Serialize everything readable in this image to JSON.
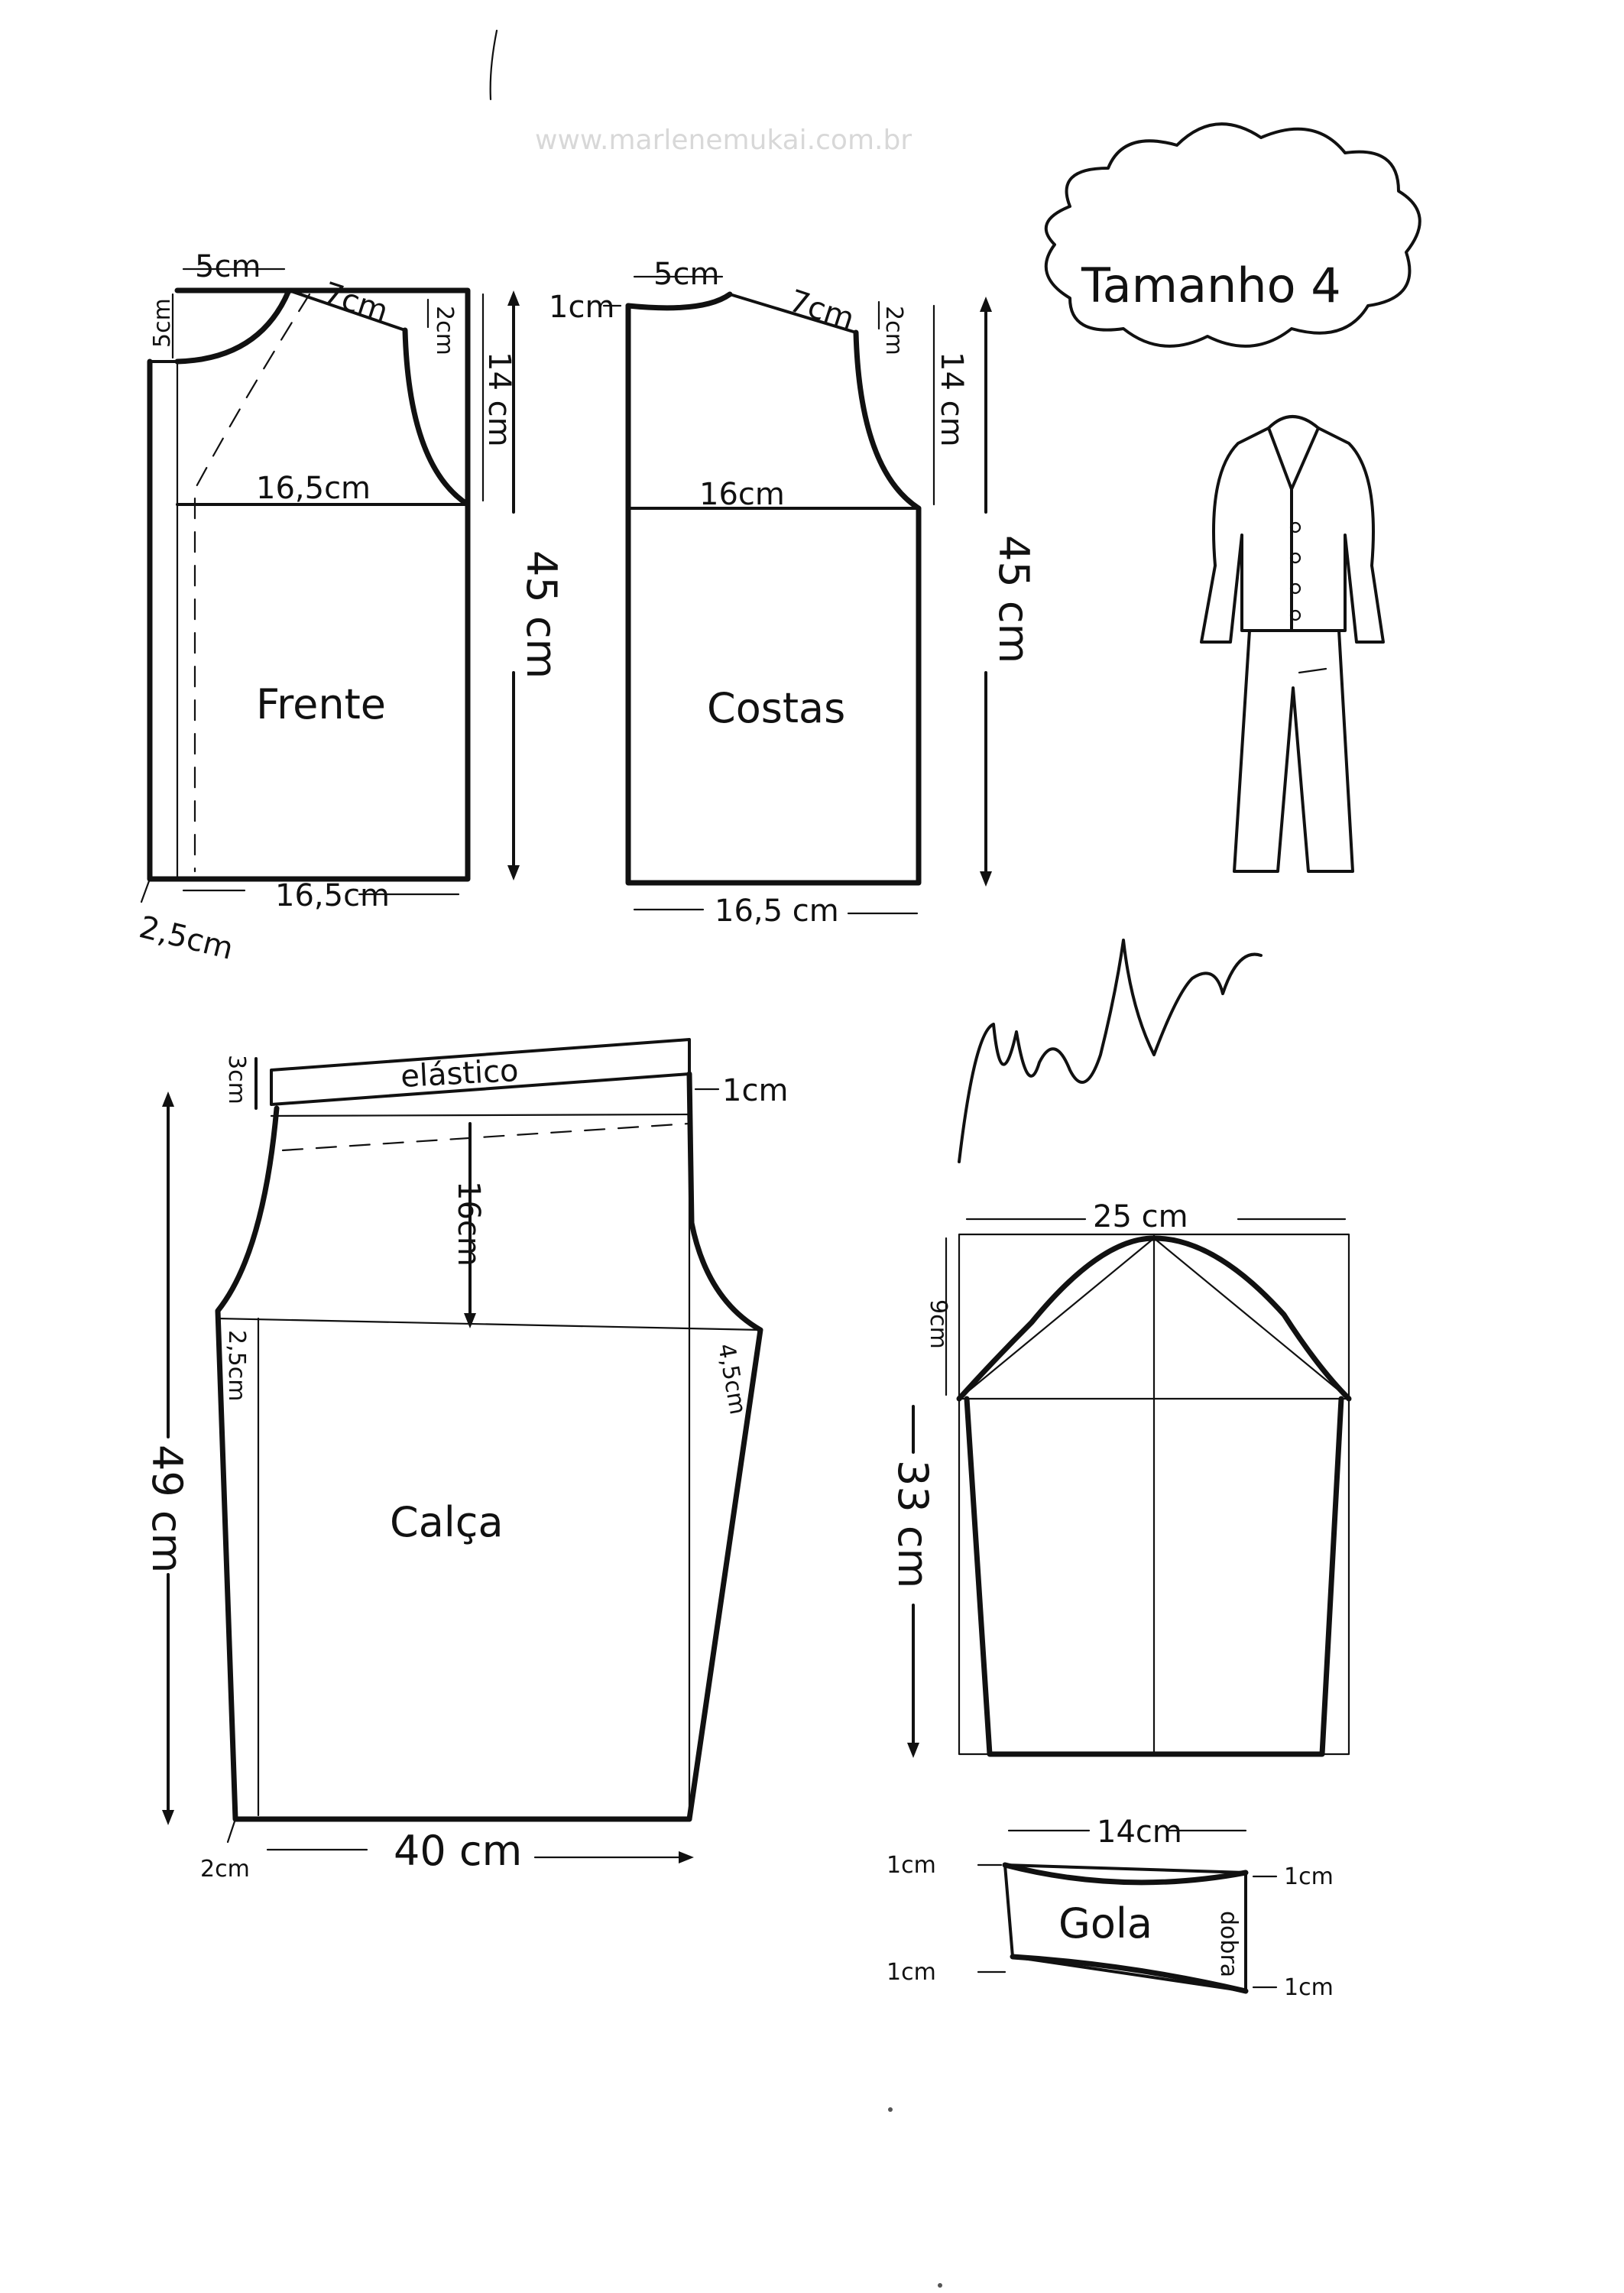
{
  "header": {
    "watermark": "www.marlenemukai.com.br"
  },
  "title_cloud": {
    "text": "Tamanho 4"
  },
  "signature": {
    "text": "Marlene Mukai"
  },
  "pieces": {
    "frente": {
      "name": "Frente",
      "neck_width": "5cm",
      "neck_depth": "5cm",
      "shoulder": "7cm",
      "shoulder_drop": "2cm",
      "armhole_depth": "14 cm",
      "chest": "16,5cm",
      "length": "45 cm",
      "hem": "16,5cm",
      "placket": "2,5cm"
    },
    "costas": {
      "name": "Costas",
      "neck_width": "5cm",
      "neck_depth": "1cm",
      "shoulder": "7cm",
      "shoulder_drop": "2cm",
      "armhole_depth": "14 cm",
      "chest": "16cm",
      "length": "45 cm",
      "hem": "16,5 cm"
    },
    "calca": {
      "name": "Calça",
      "waistband": "elástico",
      "waistband_height": "3cm",
      "waist_side": "1cm",
      "rise": "16cm",
      "crotch_front": "2,5cm",
      "crotch_back": "4,5cm",
      "length": "49 cm",
      "hem": "40 cm",
      "hem_offset": "2cm"
    },
    "manga": {
      "width": "25 cm",
      "cap_height": "9cm",
      "length": "33 cm"
    },
    "gola": {
      "name": "Gola",
      "width": "14cm",
      "fold": "dobra",
      "corner_tl": "1cm",
      "corner_tr": "1cm",
      "corner_bl": "1cm",
      "corner_br": "1cm"
    }
  }
}
